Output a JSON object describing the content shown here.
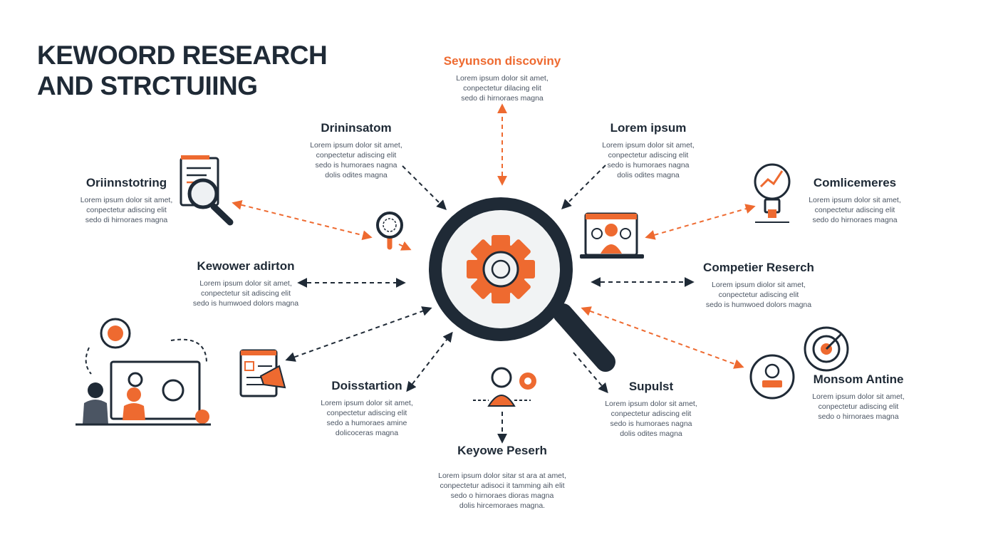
{
  "title": {
    "line1": "KEWOORD RESEARCH",
    "line2": "AND STRCTUIING"
  },
  "colors": {
    "dark": "#1f2a36",
    "accent": "#ee6a30",
    "text": "#4b5563",
    "light": "#f1f3f4"
  },
  "nodes": {
    "top": {
      "heading": "Seyunson discoviny",
      "lines": [
        "Lorem ipsum dolor sit amet,",
        "conpectetur dilacing elit",
        "sedo di hirnoraes magna"
      ]
    },
    "upper_left": {
      "heading": "Drininsatom",
      "lines": [
        "Lorem ipsum dolor sit amet,",
        "conpectetur adiscing elit",
        "sedo is humoraes nagna",
        "dolis odites magna"
      ]
    },
    "upper_right": {
      "heading": "Lorem ipsum",
      "lines": [
        "Lorem ipsum dolor sit amet,",
        "conpectetur adiscing elit",
        "sedo is humoraes nagna",
        "dolis odites magna"
      ]
    },
    "left": {
      "heading": "Oriinnstotring",
      "lines": [
        "Lorem ipsum dolor sit amet,",
        "conpectetur adiscing elit",
        "sedo di hirnoraes magna"
      ]
    },
    "right": {
      "heading": "Comlicemeres",
      "lines": [
        "Lorem ipsum dolor sit amet,",
        "conpectetur adiscing elit",
        "sedo do hirnoraes magna"
      ]
    },
    "mid_left": {
      "heading": "Kewower adirton",
      "lines": [
        "Lorem ipsum dolor sit amet,",
        "conpectetur sit adiscing elit",
        "sedo is humwoed dolors magna"
      ]
    },
    "mid_right": {
      "heading": "Competier Reserch",
      "lines": [
        "Lorem ipsum diolor sit amet,",
        "conpectetur adiscing elit",
        "sedo is humwoed dolors magna"
      ]
    },
    "lower_left": {
      "heading": "Doisstartion",
      "lines": [
        "Lorem ipsum dolor sit amet,",
        "conpectetur adiscing elit",
        "sedo a humoraes amine",
        "dolicoceras magna"
      ]
    },
    "lower_right": {
      "heading": "Supulst",
      "lines": [
        "Lorem ipsum dolor sit amet,",
        "conpectetur adiscing elit",
        "sedo is humoraes nagna",
        "dolis odites magna"
      ]
    },
    "far_lower_right": {
      "heading": "Monsom Antine",
      "lines": [
        "Lorem ipsum dolor sit amet,",
        "conpectetur adiscing elit",
        "sedo o hirnoraes magna"
      ]
    },
    "bottom": {
      "heading": "Keyowe Peserh",
      "lines": [
        "Lorem ipsum dolor sitar st ara at amet,",
        "conpectetur adisoci it tamming aih elit",
        "sedo o hirnoraes dioras magna",
        "dolis hircemoraes magna."
      ]
    }
  }
}
